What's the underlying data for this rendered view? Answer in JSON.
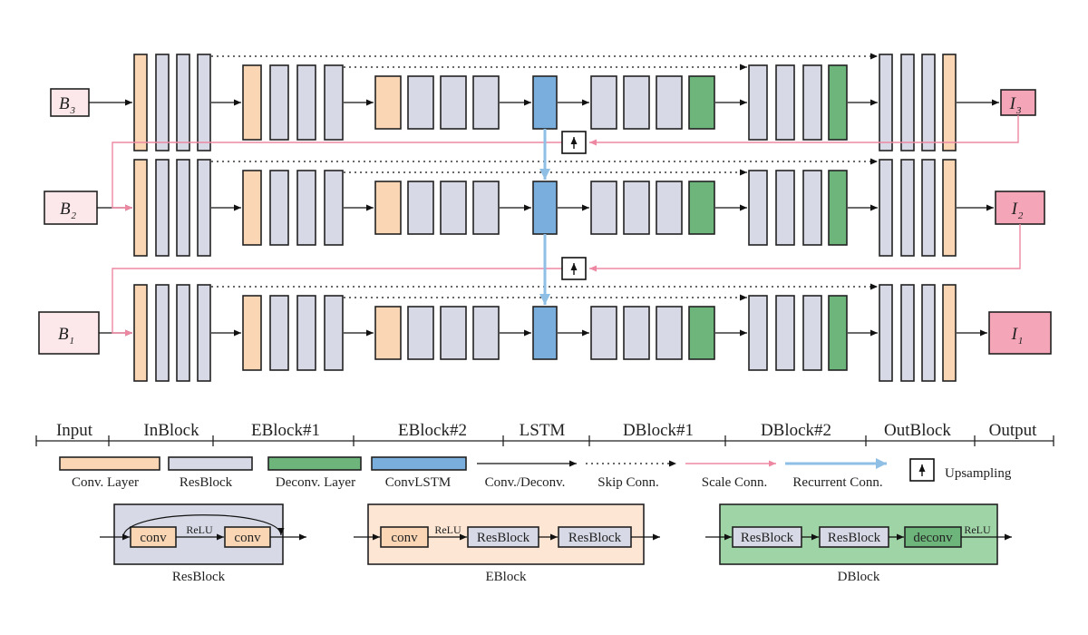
{
  "colors": {
    "conv": "#fad6b4",
    "resblock": "#d7dae6",
    "deconv": "#6db57b",
    "convlstm": "#7aaedc",
    "scale": "#ee88a2",
    "recurrent": "#8fbfe4",
    "input_fill": "#fce8ea",
    "output_fill": "#f4a6b8",
    "resblock_panel": "#d7dae6",
    "eblock_panel": "#fde6d4",
    "dblock_panel": "#9fd5a6"
  },
  "rows": [
    {
      "input": {
        "letter": "B",
        "sub": "3"
      },
      "output": {
        "letter": "I",
        "sub": "3"
      }
    },
    {
      "input": {
        "letter": "B",
        "sub": "2"
      },
      "output": {
        "letter": "I",
        "sub": "2"
      }
    },
    {
      "input": {
        "letter": "B",
        "sub": "1"
      },
      "output": {
        "letter": "I",
        "sub": "1"
      }
    }
  ],
  "stages": [
    "Input",
    "InBlock",
    "EBlock#1",
    "EBlock#2",
    "LSTM",
    "DBlock#1",
    "DBlock#2",
    "OutBlock",
    "Output"
  ],
  "legend": [
    {
      "kind": "conv",
      "label": "Conv. Layer",
      "icon": "conv-layer-swatch"
    },
    {
      "kind": "resblock",
      "label": "ResBlock",
      "icon": "resblock-swatch"
    },
    {
      "kind": "deconv",
      "label": "Deconv. Layer",
      "icon": "deconv-layer-swatch"
    },
    {
      "kind": "convlstm",
      "label": "ConvLSTM",
      "icon": "convlstm-swatch"
    },
    {
      "kind": "convdeconv",
      "label": "Conv./Deconv.",
      "icon": "solid-arrow-icon"
    },
    {
      "kind": "skip",
      "label": "Skip Conn.",
      "icon": "dotted-arrow-icon"
    },
    {
      "kind": "scale",
      "label": "Scale Conn.",
      "icon": "pink-arrow-icon"
    },
    {
      "kind": "recurrent",
      "label": "Recurrent Conn.",
      "icon": "blue-arrow-icon"
    },
    {
      "kind": "upsampling",
      "label": "Upsampling",
      "icon": "upsampling-icon"
    }
  ],
  "detail_panels": [
    {
      "caption": "ResBlock",
      "nodes": [
        "conv",
        "conv"
      ],
      "relu": "ReLU"
    },
    {
      "caption": "EBlock",
      "nodes": [
        "conv",
        "ResBlock",
        "ResBlock"
      ],
      "relu": "ReLU"
    },
    {
      "caption": "DBlock",
      "nodes": [
        "ResBlock",
        "ResBlock",
        "deconv"
      ],
      "relu": "ReLU"
    }
  ]
}
